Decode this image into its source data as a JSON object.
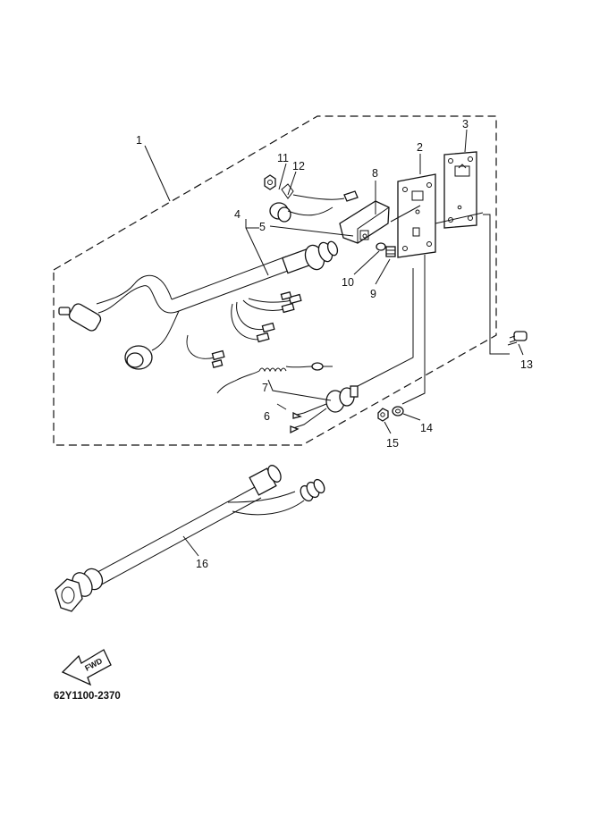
{
  "diagram": {
    "part_labels": [
      "1",
      "2",
      "3",
      "4",
      "5",
      "6",
      "7",
      "8",
      "9",
      "10",
      "11",
      "12",
      "13",
      "14",
      "15",
      "16"
    ],
    "drawing_code": "62Y1100-2370",
    "direction_label": "FWD"
  }
}
